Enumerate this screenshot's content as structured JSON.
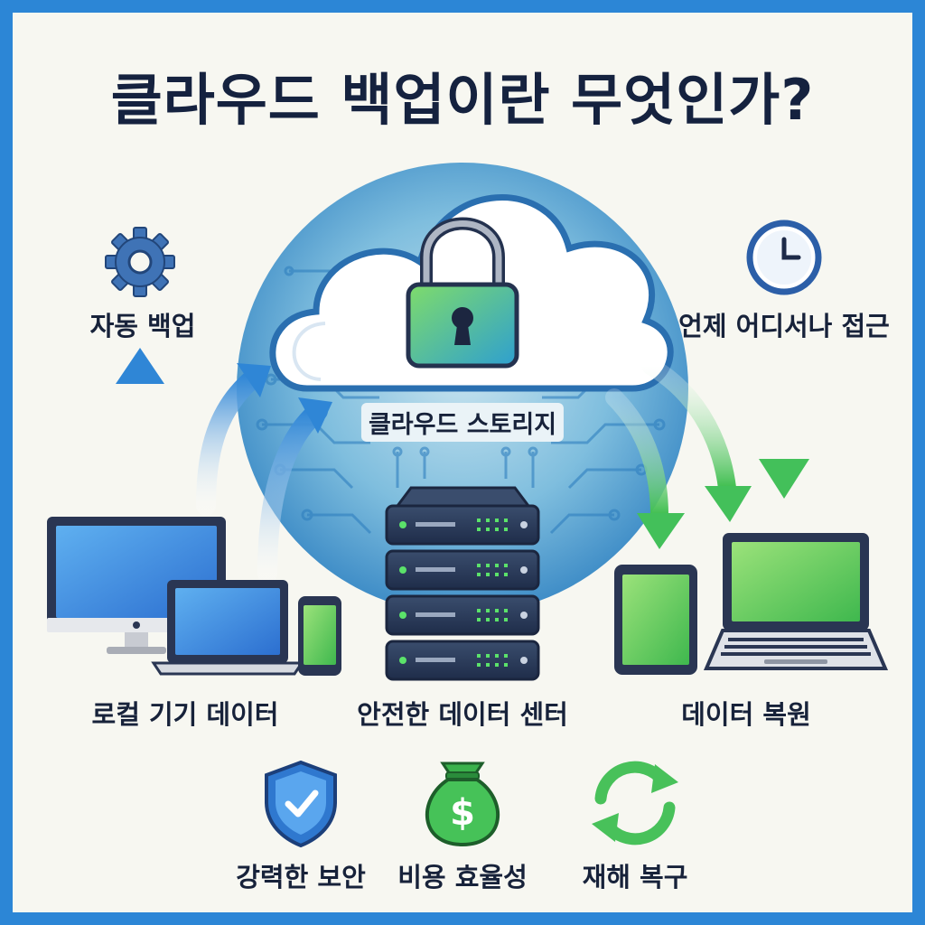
{
  "title": "클라우드 백업이란 무엇인가?",
  "labels": {
    "auto_backup": "자동 백업",
    "anywhere_access": "언제 어디서나 접근",
    "cloud_storage": "클라우드 스토리지",
    "local_devices": "로컬 기기 데이터",
    "data_center": "안전한 데이터 센터",
    "data_restore": "데이터 복원",
    "strong_security": "강력한 보안",
    "cost_efficiency": "비용 효율성",
    "disaster_recovery": "재해 복구"
  },
  "icons": {
    "gear": "gear-icon",
    "clock": "clock-icon",
    "lock": "padlock-icon",
    "cloud": "cloud-icon",
    "server": "server-rack-icon",
    "desktop": "desktop-monitor-icon",
    "laptop": "laptop-icon",
    "phone": "smartphone-icon",
    "tablet": "tablet-icon",
    "shield": "shield-check-icon",
    "money_bag": "money-bag-icon",
    "recycle": "refresh-arrows-icon",
    "dollar_sign": "$"
  },
  "colors": {
    "frame": "#2c86d6",
    "background": "#f7f7f1",
    "title": "#15223f",
    "blue_accent": "#3a8fd8",
    "green_accent": "#4cc35a",
    "dark_navy": "#1f2d4a"
  }
}
